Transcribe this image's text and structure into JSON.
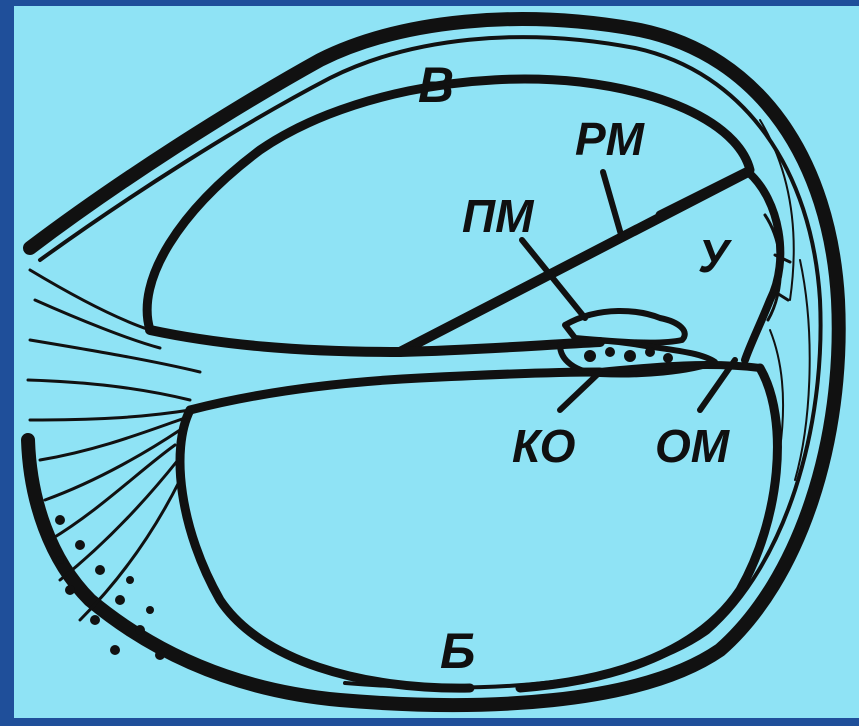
{
  "labels": {
    "top_chamber": "В",
    "reissner_membrane": "РМ",
    "tectorial_membrane": "ПМ",
    "cochlear_duct": "У",
    "organ_of_corti": "КО",
    "basilar_membrane": "ОМ",
    "bottom_chamber": "Б"
  },
  "colors": {
    "frame": "#1f4f9a",
    "panel": "#8fe3f5",
    "ink": "#111111"
  }
}
